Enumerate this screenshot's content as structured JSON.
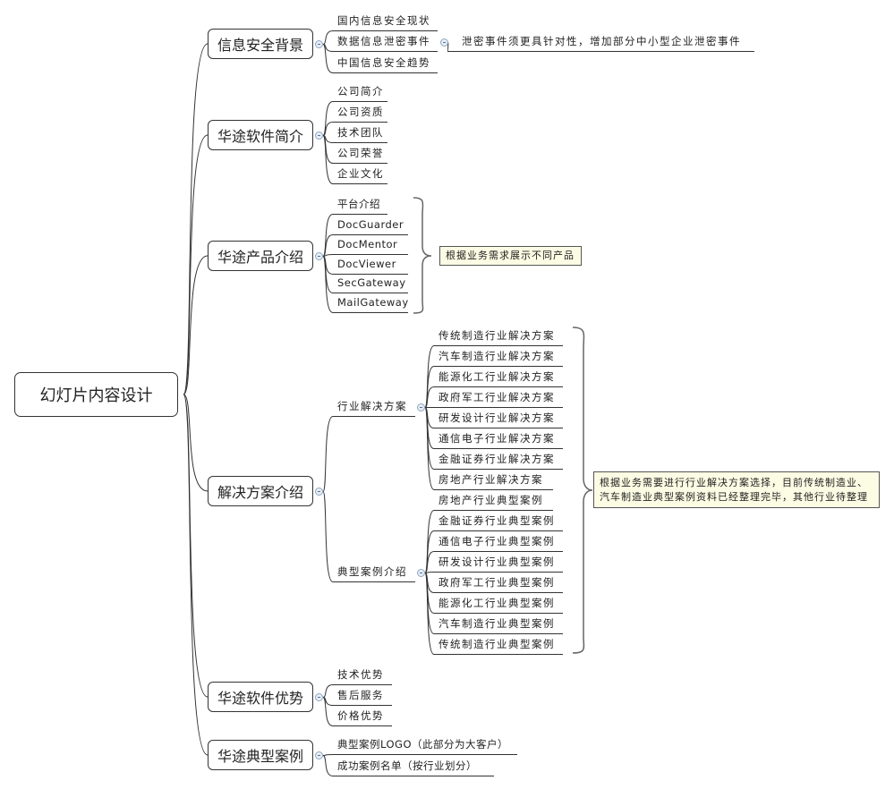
{
  "root": "幻灯片内容设计",
  "branches": [
    {
      "title": "信息安全背景",
      "items": [
        "国内信息安全现状",
        "数据信息泄密事件",
        "中国信息安全趋势"
      ],
      "item_note": "泄密事件须更具针对性，增加部分中小型企业泄密事件"
    },
    {
      "title": "华途软件简介",
      "items": [
        "公司简介",
        "公司资质",
        "技术团队",
        "公司荣誉",
        "企业文化"
      ]
    },
    {
      "title": "华途产品介绍",
      "items": [
        "平台介绍",
        "DocGuarder",
        "DocMentor",
        "DocViewer",
        "SecGateway",
        "MailGateway"
      ],
      "note": "根据业务需求展示不同产品"
    },
    {
      "title": "解决方案介绍",
      "subgroups": [
        {
          "title": "行业解决方案",
          "items": [
            "传统制造行业解决方案",
            "汽车制造行业解决方案",
            "能源化工行业解决方案",
            "政府军工行业解决方案",
            "研发设计行业解决方案",
            "通信电子行业解决方案",
            "金融证券行业解决方案",
            "房地产行业解决方案"
          ]
        },
        {
          "title": "典型案例介绍",
          "items": [
            "房地产行业典型案例",
            "金融证券行业典型案例",
            "通信电子行业典型案例",
            "研发设计行业典型案例",
            "政府军工行业典型案例",
            "能源化工行业典型案例",
            "汽车制造行业典型案例",
            "传统制造行业典型案例"
          ]
        }
      ],
      "note_lines": [
        "根据业务需要进行行业解决方案选择，目前传统制造业、",
        "汽车制造业典型案例资料已经整理完毕，其他行业待整理"
      ]
    },
    {
      "title": "华途软件优势",
      "items": [
        "技术优势",
        "售后服务",
        "价格优势"
      ]
    },
    {
      "title": "华途典型案例",
      "items": [
        "典型案例LOGO（此部分为大客户）",
        "成功案例名单（按行业划分）"
      ]
    }
  ]
}
